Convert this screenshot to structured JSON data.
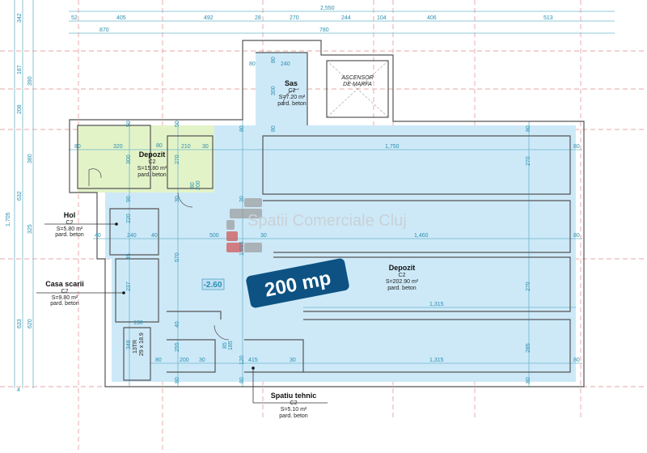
{
  "plan": {
    "top_dims": {
      "total": "2,550",
      "row": [
        "52",
        "405",
        "492",
        "28",
        "270",
        "244",
        "104",
        "406",
        "513"
      ],
      "sub": [
        "870",
        "780"
      ]
    },
    "left_dims": [
      "342",
      "187",
      "390",
      "208",
      "380",
      "632",
      "1,705",
      "325",
      "633",
      "620",
      "4"
    ],
    "interior_dims": [
      "80",
      "320",
      "80",
      "210",
      "30",
      "1,750",
      "80",
      "50",
      "300",
      "50",
      "270",
      "90",
      "220",
      "30",
      "40",
      "240",
      "40",
      "500",
      "1,460",
      "80",
      "30",
      "45",
      "237",
      "570",
      "130",
      "348",
      "40",
      "255",
      "80",
      "200",
      "30",
      "120",
      "415",
      "30",
      "1,315",
      "80",
      "1,315",
      "80",
      "80",
      "270",
      "270",
      "285",
      "80",
      "80",
      "80",
      "80",
      "30",
      "1,015",
      "80",
      "240",
      "300",
      "80",
      "80",
      "200",
      "85",
      "185",
      "13TR",
      "29 x 18.9"
    ],
    "level_marker": "-2.60",
    "rooms": [
      {
        "name": "Depozit",
        "cls": "C2",
        "area": "S=15.80 m²",
        "floor": "pard. beton"
      },
      {
        "name": "Sas",
        "cls": "C2",
        "area": "S=7.20 m²",
        "floor": "pard. beton"
      },
      {
        "name": "Hol",
        "cls": "C2",
        "area": "S=5.80 m²",
        "floor": "pard. beton"
      },
      {
        "name": "Casa scarii",
        "cls": "C2",
        "area": "S=9.80 m²",
        "floor": "pard. beton"
      },
      {
        "name": "Depozit",
        "cls": "C2",
        "area": "S=202.90 m²",
        "floor": "pard. beton"
      },
      {
        "name": "Spatiu tehnic",
        "cls": "C2",
        "area": "S=5.10 m²",
        "floor": "pard. beton"
      }
    ],
    "elevator": [
      "ASCENSOR",
      "DE MARFA"
    ],
    "badge": "200 mp",
    "watermark": "Spatii Comerciale Cluj",
    "colors": {
      "blue_fill": "#cde9f8",
      "green_fill": "#e3f3c8",
      "badge": "#0d5282",
      "dim": "#2a8fb0",
      "grid": "#e08a8a"
    }
  }
}
